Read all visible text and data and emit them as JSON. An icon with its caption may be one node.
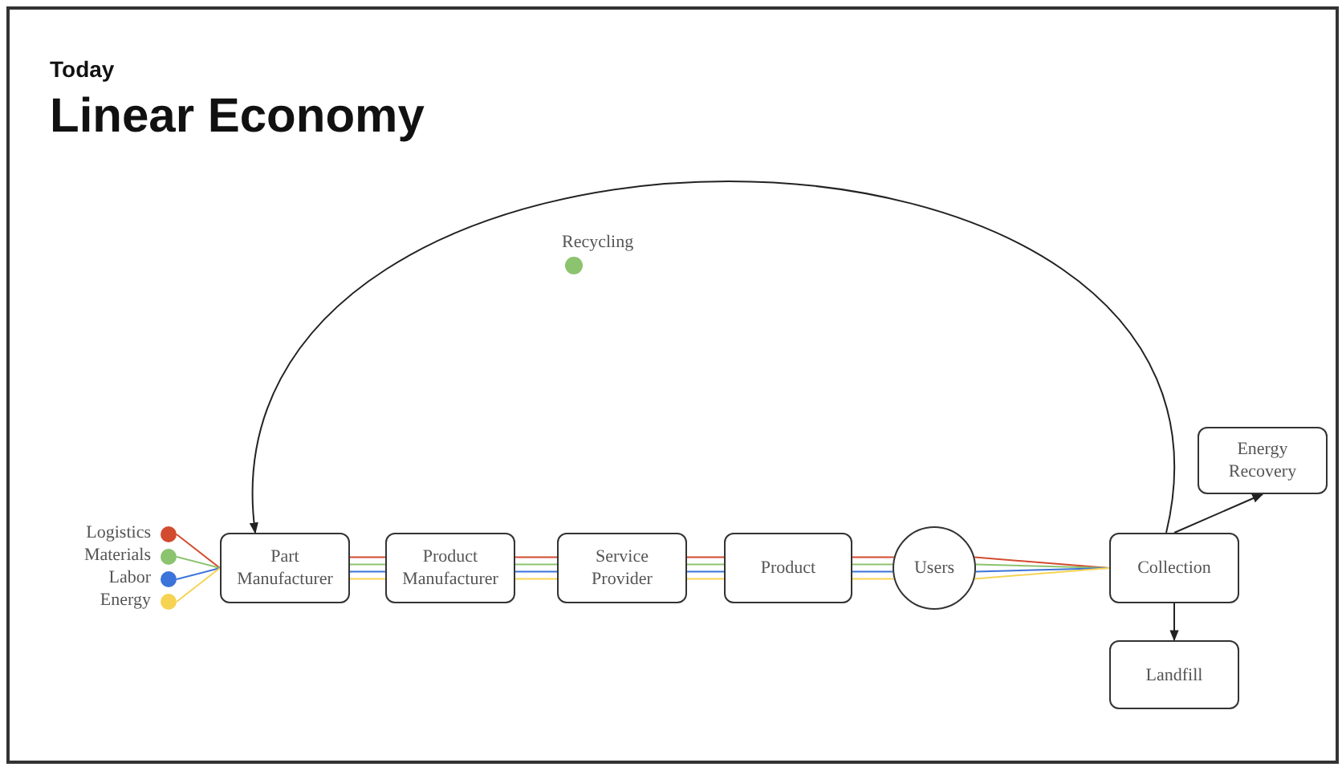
{
  "diagram": {
    "title": "Linear Economy",
    "nodes": [
      {
        "text": [],
        "shape": "circle",
        "beside": [
          "Logistics"
        ]
      },
      {
        "text": [],
        "shape": "circle",
        "beside": [
          "Materials"
        ]
      },
      {
        "text": [],
        "shape": "circle",
        "beside": [
          "Labor"
        ]
      },
      {
        "text": [],
        "shape": "circle",
        "beside": [
          "Energy"
        ]
      },
      {
        "text": [
          "Part Manufacturer"
        ]
      },
      {
        "text": [
          "Product Manufacturer"
        ]
      },
      {
        "text": [
          "Service Provider"
        ]
      },
      {
        "text": [
          "Product"
        ]
      },
      {
        "text": [
          "Users"
        ]
      },
      {
        "text": [
          "Collection"
        ]
      },
      {
        "text": [
          "Energy Recovery"
        ]
      },
      {
        "text": [
          "Landfill"
        ]
      },
      {
        "text": [],
        "shape": "circle",
        "beside": [
          "Recycling"
        ]
      }
    ],
    "edges": [
      {
        "from": 0,
        "to": 4,
        "arrow": "none",
        "color": "#d24b2e"
      },
      {
        "from": 1,
        "to": 4,
        "arrow": "none",
        "color": "#8cc36e"
      },
      {
        "from": 2,
        "to": 4,
        "arrow": "none",
        "color": "#3b73d9"
      },
      {
        "from": 3,
        "to": 4,
        "arrow": "none",
        "color": "#f7d354"
      },
      {
        "from": 4,
        "to": 5,
        "arrow": "none",
        "color": "#d24b2e"
      },
      {
        "from": 4,
        "to": 5,
        "arrow": "none",
        "color": "#8cc36e"
      },
      {
        "from": 4,
        "to": 5,
        "arrow": "none",
        "color": "#3b73d9"
      },
      {
        "from": 4,
        "to": 5,
        "arrow": "none",
        "color": "#f7d354"
      },
      {
        "from": 5,
        "to": 6,
        "arrow": "none",
        "color": "#d24b2e"
      },
      {
        "from": 5,
        "to": 6,
        "arrow": "none",
        "color": "#8cc36e"
      },
      {
        "from": 5,
        "to": 6,
        "arrow": "none",
        "color": "#3b73d9"
      },
      {
        "from": 5,
        "to": 6,
        "arrow": "none",
        "color": "#f7d354"
      },
      {
        "from": 6,
        "to": 7,
        "arrow": "none",
        "color": "#d24b2e"
      },
      {
        "from": 6,
        "to": 7,
        "arrow": "none",
        "color": "#8cc36e"
      },
      {
        "from": 6,
        "to": 7,
        "arrow": "none",
        "color": "#3b73d9"
      },
      {
        "from": 6,
        "to": 7,
        "arrow": "none",
        "color": "#f7d354"
      },
      {
        "from": 7,
        "to": 8,
        "arrow": "none",
        "color": "#d24b2e"
      },
      {
        "from": 7,
        "to": 8,
        "arrow": "none",
        "color": "#8cc36e"
      },
      {
        "from": 7,
        "to": 8,
        "arrow": "none",
        "color": "#3b73d9"
      },
      {
        "from": 7,
        "to": 8,
        "arrow": "none",
        "color": "#f7d354"
      },
      {
        "from": 8,
        "to": 9,
        "arrow": "none",
        "color": "#d24b2e"
      },
      {
        "from": 8,
        "to": 9,
        "arrow": "none",
        "color": "#8cc36e"
      },
      {
        "from": 8,
        "to": 9,
        "arrow": "none",
        "color": "#3b73d9"
      },
      {
        "from": 8,
        "to": 9,
        "arrow": "none",
        "color": "#f7d354"
      },
      {
        "from": 9,
        "to": 4,
        "arrow": "to",
        "color": "#222222"
      },
      {
        "from": 9,
        "to": 10,
        "arrow": "to",
        "color": "#222222"
      },
      {
        "from": 9,
        "to": 11,
        "arrow": "to",
        "color": "#222222"
      }
    ],
    "labels": [
      "Today"
    ]
  }
}
